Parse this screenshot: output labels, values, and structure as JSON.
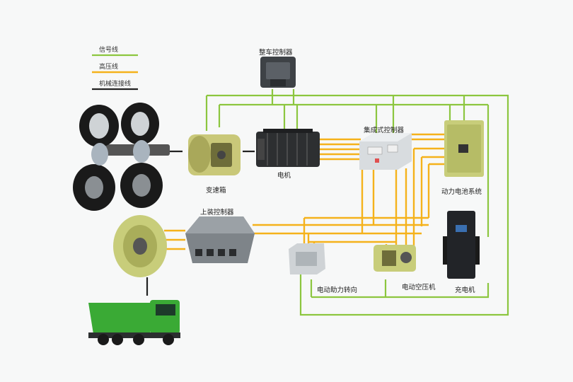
{
  "legend": {
    "signal": "信号线",
    "high_voltage": "高压线",
    "mechanical": "机械连接线"
  },
  "labels": {
    "vcu": "整车控制器",
    "integrated_controller": "集成式控制器",
    "gearbox": "变速箱",
    "motor": "电机",
    "battery": "动力电池系统",
    "upper_controller": "上装控制器",
    "eps": "电动助力转向",
    "air_compressor": "电动空压机",
    "charger": "充电机"
  },
  "colors": {
    "signal": "#8cc63f",
    "high_voltage": "#f5b21b",
    "mechanical": "#222222",
    "truck_body": "#3aaa35",
    "component_olive": "#c8cd7a"
  }
}
